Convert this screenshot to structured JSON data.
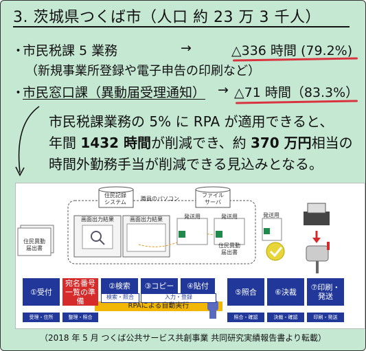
{
  "title": "3. 茨城県つくば市（人口 約 23 万 3 千人）",
  "items": [
    {
      "bullet": "・",
      "name": "市民税課 5 業務",
      "arrow": "→",
      "result": "△336 時間 (79.2%)",
      "note": "（新規事業所登録や電子申告の印刷など）"
    },
    {
      "bullet": "・",
      "name": "市民窓口課（異動届受理通知）",
      "arrow": "→",
      "result": "△71 時間（83.3%）"
    }
  ],
  "summary": {
    "line1": "市民税課業務の 5% に RPA が適用できると、",
    "line2_pre": "年間 ",
    "line2_b1": "1432 時間",
    "line2_mid": "が削減でき、約 ",
    "line2_b2": "370 万円",
    "line2_post": "相当の",
    "line3": "時間外勤務手当が削減できる見込みとなる。"
  },
  "figure": {
    "db_label": "住民記録\nシステム",
    "pc_label": "職員のパソコン",
    "server_label": "ファイル\nサーバ",
    "screen1": "画面出力結果",
    "screen2": "画面出力結果",
    "send1": "発送用",
    "send2": "発送用",
    "send3": "発送用",
    "doc_label": "住民異動\n届出書",
    "doc2_label": "住民異動\n届出書",
    "steps": [
      "①受付",
      "宛名番号\n一覧の準\n備",
      "②検索",
      "③コピー",
      "④貼付",
      "⑤照合",
      "⑥決裁",
      "⑦印刷・\n発送"
    ],
    "sub_steps": [
      "受理・住所",
      "整理・照合",
      "検索・照合",
      "入力・登録",
      "照合・確認",
      "決裁・確認",
      "印刷・発送"
    ],
    "rpa_bar": "RPAによる自動実行",
    "colors": {
      "blue": "#21389a",
      "red": "#d62b2b",
      "yellow": "#f2b705",
      "purple": "#5a3fa0",
      "accent": "#d9333f"
    }
  },
  "caption": "（2018 年 5 月 つくば公共サービス共創事業 共同研究実績報告書より転載）"
}
